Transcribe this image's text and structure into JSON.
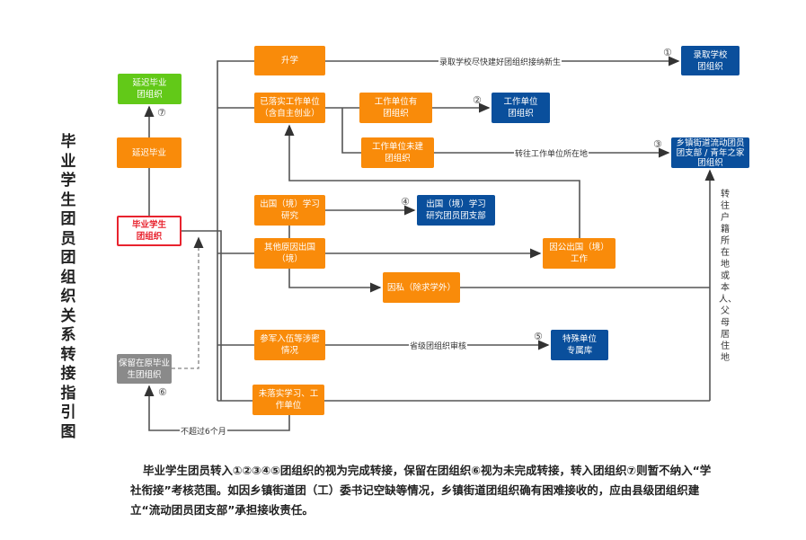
{
  "title": "毕业学生团员团组织关系转接指引图",
  "boxes": {
    "graduate": "毕业学生\n团组织",
    "delay": "延迟毕业",
    "delay_org": "延迟毕业\n团组织",
    "retain": "保留在原毕业\n生团组织",
    "further_study": "升学",
    "employed": "已落实工作单位\n（含自主创业）",
    "employer_has": "工作单位有\n团组织",
    "employer_none": "工作单位未建\n团组织",
    "abroad_study": "出国（境）学习\n研究",
    "abroad_other": "其他原因出国\n（境）",
    "private": "因私（除求学外）",
    "public_abroad": "因公出国（境）\n工作",
    "military": "参军入伍等涉密\n情况",
    "unplaced": "未落实学习、工\n作单位",
    "school_org": "录取学校\n团组织",
    "employer_org": "工作单位\n团组织",
    "town_org": "乡镇街道流动团员\n团支部 / 青年之家\n团组织",
    "abroad_branch": "出国（境）学习\n研究团员团支部",
    "special_lib": "特殊单位\n专属库"
  },
  "labels": {
    "school": "录取学校尽快建好团组织接纳新生",
    "workplace": "转往工作单位所在地",
    "province": "省级团组织审核",
    "six_months": "不超过6个月",
    "residence": "转往户籍所在地或本人、父母居住地"
  },
  "numbers": {
    "n1": "①",
    "n2": "②",
    "n3": "③",
    "n4": "④",
    "n5": "⑤",
    "n6": "⑥",
    "n7": "⑦"
  },
  "note": "毕业学生团员转入①②③④⑤团组织的视为完成转接，保留在团组织⑥视为未完成转接，转入团组织⑦则暂不纳入“学社衔接”考核范围。如因乡镇街道团（工）委书记空缺等情况，乡镇街道团组织确有困难接收的，应由县级团组织建立“流动团员团支部”承担接收责任。",
  "colors": {
    "orange": "#f98b0a",
    "blue": "#0a4f9c",
    "green": "#62c918",
    "gray": "#8a8a8a",
    "red": "#e8232e"
  }
}
